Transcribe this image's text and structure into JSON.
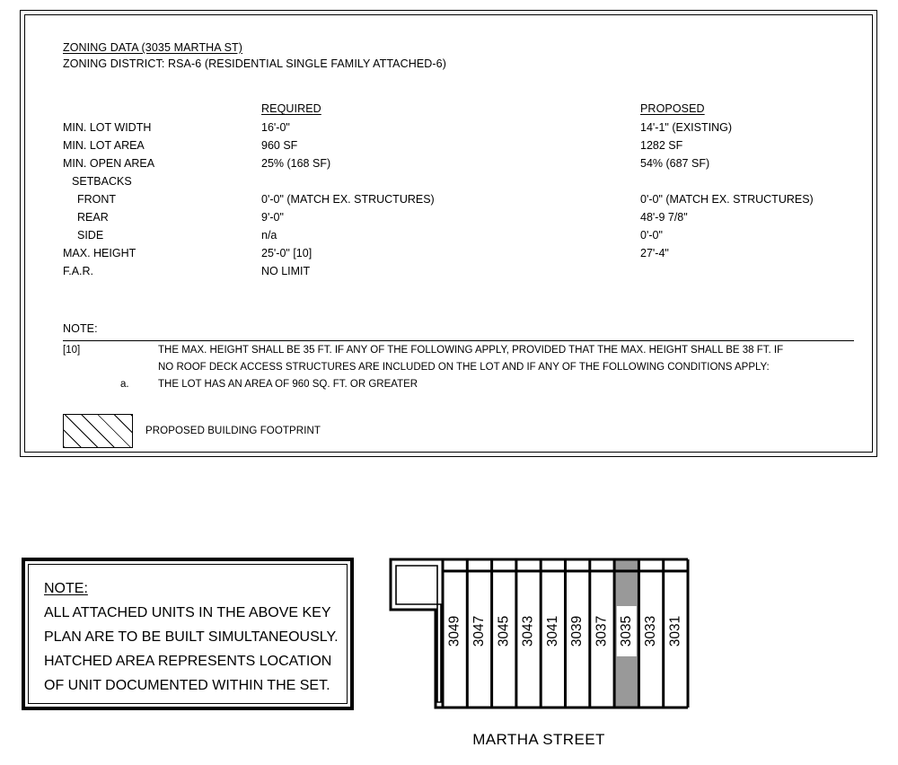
{
  "zoning": {
    "title": "ZONING DATA (3035 MARTHA ST)",
    "district": "ZONING DISTRICT:  RSA-6  (RESIDENTIAL SINGLE FAMILY ATTACHED-6)",
    "col_required": "REQUIRED",
    "col_proposed": "PROPOSED",
    "rows": [
      {
        "label": "MIN. LOT WIDTH",
        "indent": 0,
        "required": "16'-0\"",
        "proposed": "14'-1\" (EXISTING)"
      },
      {
        "label": "MIN. LOT AREA",
        "indent": 0,
        "required": "960 SF",
        "proposed": "1282 SF"
      },
      {
        "label": "MIN. OPEN AREA",
        "indent": 0,
        "required": "25% (168 SF)",
        "proposed": "54% (687 SF)"
      },
      {
        "label": "SETBACKS",
        "indent": 1,
        "required": "",
        "proposed": ""
      },
      {
        "label": "FRONT",
        "indent": 2,
        "required": "0'-0\" (MATCH EX. STRUCTURES)",
        "proposed": "0'-0\" (MATCH EX. STRUCTURES)"
      },
      {
        "label": "REAR",
        "indent": 2,
        "required": "9'-0\"",
        "proposed": "48'-9 7/8\""
      },
      {
        "label": "SIDE",
        "indent": 2,
        "required": "n/a",
        "proposed": "0'-0\""
      },
      {
        "label": "MAX. HEIGHT",
        "indent": 0,
        "required": "25'-0\" [10]",
        "proposed": "27'-4\""
      },
      {
        "label": "F.A.R.",
        "indent": 0,
        "required": "NO LIMIT",
        "proposed": ""
      }
    ],
    "note": {
      "heading": "NOTE:",
      "tag": "[10]",
      "line1": "THE MAX. HEIGHT SHALL BE 35 FT. IF ANY OF THE FOLLOWING APPLY, PROVIDED THAT THE MAX. HEIGHT SHALL BE  38 FT. IF",
      "line2": "NO ROOF DECK ACCESS STRUCTURES ARE INCLUDED ON THE LOT AND IF ANY OF THE FOLLOWING CONDITIONS APPLY:",
      "sub_tag": "a.",
      "line3": "THE LOT HAS AN AREA OF 960 SQ. FT. OR GREATER"
    },
    "legend": {
      "hatch_label": "PROPOSED BUILDING FOOTPRINT"
    }
  },
  "keynote": {
    "lines": [
      "NOTE:",
      "ALL ATTACHED UNITS IN THE ABOVE KEY",
      "PLAN ARE TO BE BUILT SIMULTANEOUSLY.",
      "HATCHED AREA REPRESENTS LOCATION",
      "OF UNIT DOCUMENTED WITHIN THE SET."
    ]
  },
  "keyplan": {
    "street_label": "MARTHA STREET",
    "highlighted_unit": "3035",
    "highlight_color": "#999999",
    "units": [
      "3049",
      "3047",
      "3045",
      "3043",
      "3041",
      "3039",
      "3037",
      "3035",
      "3033",
      "3031"
    ]
  }
}
